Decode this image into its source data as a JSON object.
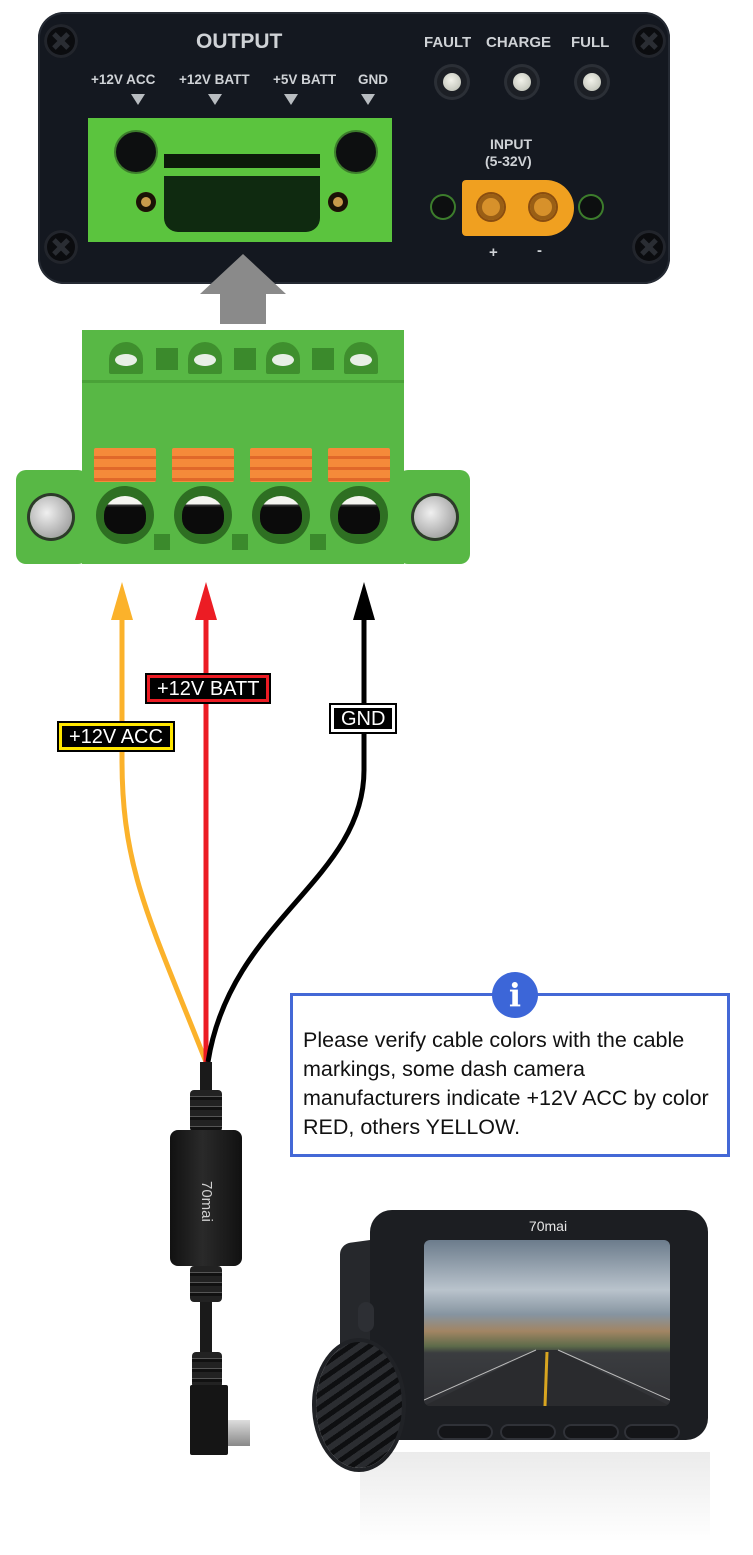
{
  "device_panel": {
    "output_title": "OUTPUT",
    "output_terminals": [
      "+12V ACC",
      "+12V BATT",
      "+5V BATT",
      "GND"
    ],
    "indicators": [
      "FAULT",
      "CHARGE",
      "FULL"
    ],
    "input_title": "INPUT",
    "input_range": "(5-32V)",
    "input_polarity": [
      "+",
      "-"
    ]
  },
  "wires": [
    {
      "label": "+12V ACC",
      "color": "#FBB22B"
    },
    {
      "label": "+12V BATT",
      "color": "#EC1C24"
    },
    {
      "label": "GND",
      "color": "#000000"
    }
  ],
  "info_note": {
    "icon": "info-icon",
    "icon_glyph": "i",
    "text": "Please verify cable colors with the cable markings, some dash camera manufacturers indicate +12V ACC by color RED, others YELLOW.",
    "border_color": "#4468D6"
  },
  "adapter": {
    "brand": "70mai"
  },
  "dash_camera": {
    "brand": "70mai"
  }
}
